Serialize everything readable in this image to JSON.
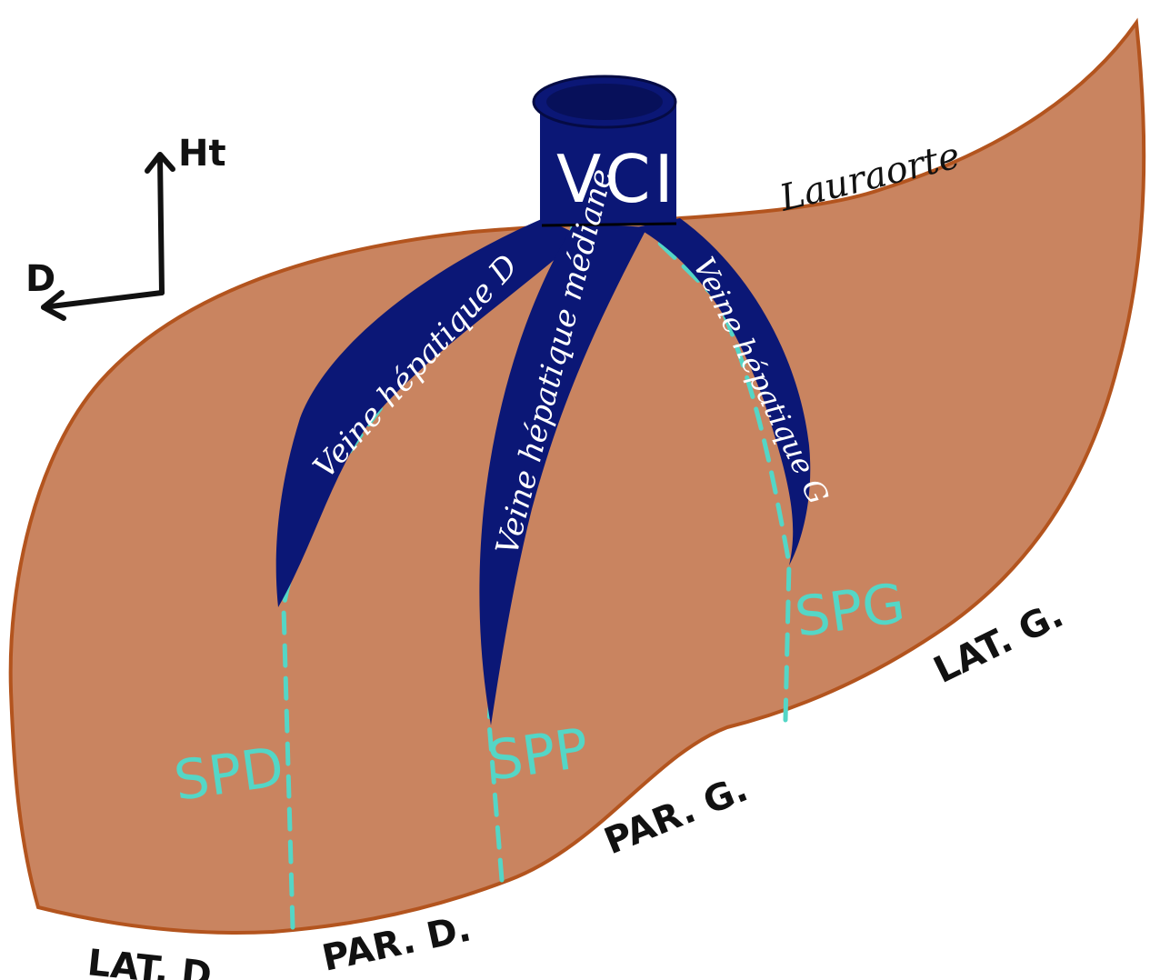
{
  "vessels": {
    "vci": "VCI",
    "right": "Veine hépatique D",
    "middle": "Veine hépatique médiane",
    "left": "Veine hépatique G"
  },
  "scissures": {
    "spd": "SPD",
    "spp": "SPP",
    "spg": "SPG"
  },
  "sectors": {
    "lat_d": "LAT. D.",
    "par_d": "PAR. D.",
    "par_g": "PAR. G.",
    "lat_g": "LAT. G."
  },
  "orientation": {
    "up": "Ht",
    "right": "D"
  },
  "signature": "Lauraorte",
  "colors": {
    "liver_fill": "#c98460",
    "liver_outline": "#b3541e",
    "vein": "#0b1776",
    "scissure_line": "#54d6c6"
  }
}
